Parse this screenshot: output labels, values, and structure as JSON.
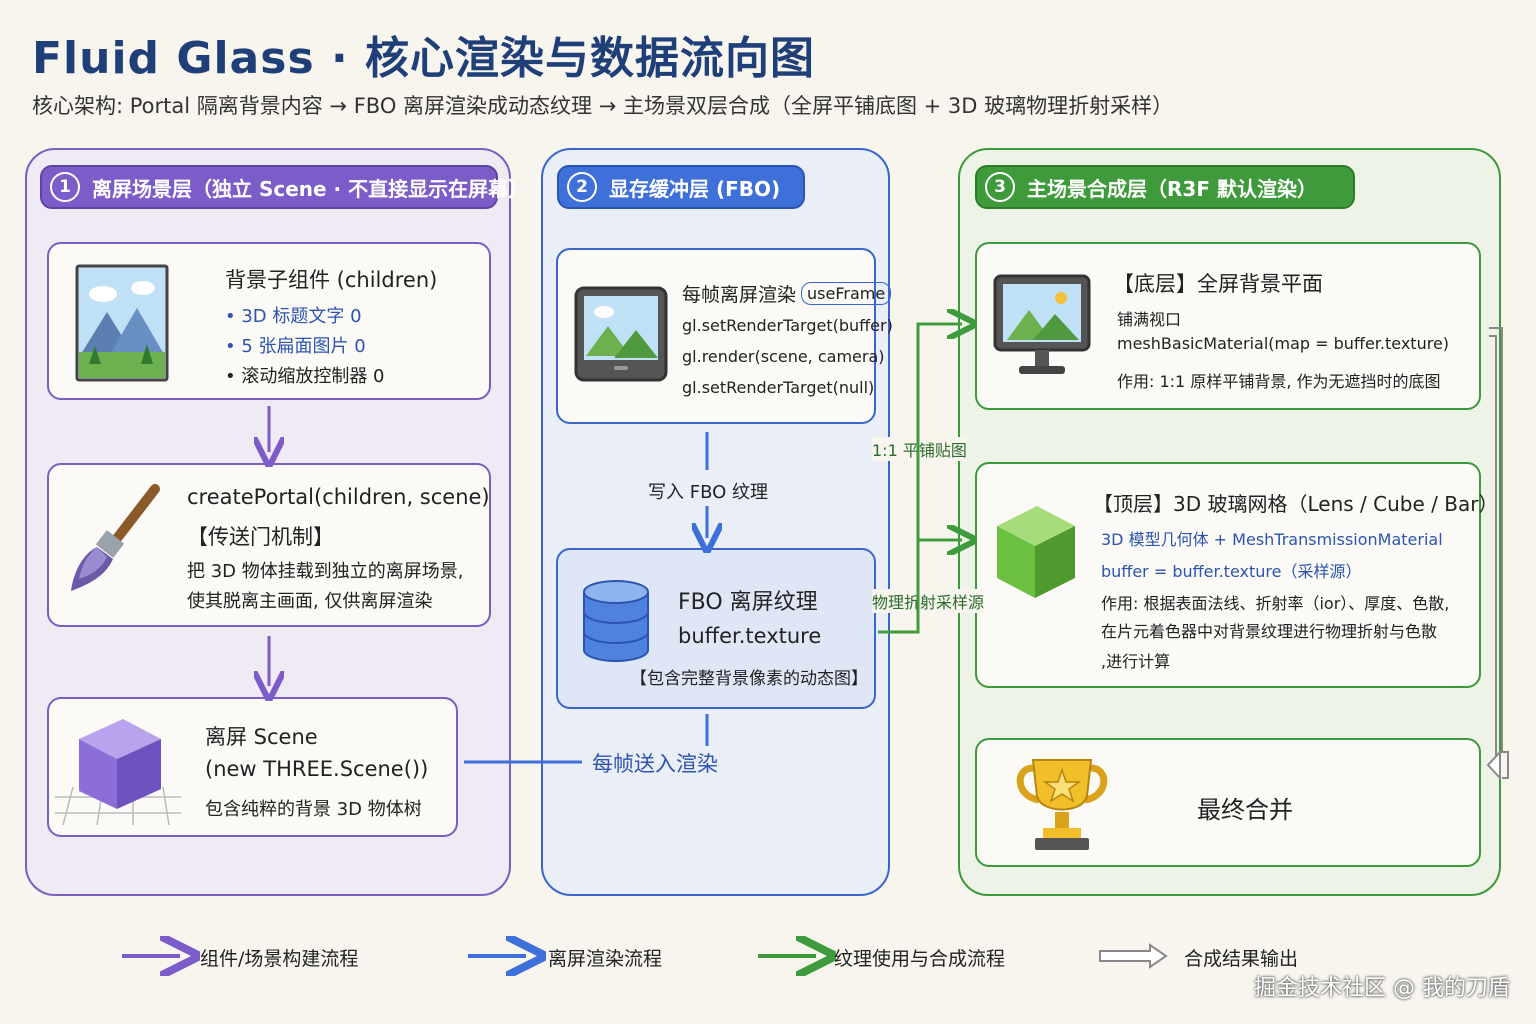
{
  "title": "Fluid Glass · 核心渲染与数据流向图",
  "subtitle": "核心架构: Portal 隔离背景内容 → FBO 离屏渲染成动态纹理 → 主场景双层合成（全屏平铺底图 + 3D 玻璃物理折射采样）",
  "colors": {
    "purple": "#7c5cc8",
    "blue": "#3f6fd8",
    "green": "#3f9a3c",
    "background": "#f7f5ee"
  },
  "col1": {
    "num": "1",
    "header": "离屏场景层（独立 Scene · 不直接显示在屏幕）",
    "card1": {
      "icon": "landscape-picture-icon",
      "title": "背景子组件 (children)",
      "items": [
        "• 3D 标题文字 0",
        "• 5 张扁面图片 0",
        "• 滚动缩放控制器 0"
      ]
    },
    "card2": {
      "icon": "paintbrush-icon",
      "title": "createPortal(children, scene)",
      "subtitle": "【传送门机制】",
      "line1": "把 3D 物体挂载到独立的离屏场景,",
      "line2": "使其脱离主画面, 仅供离屏渲染"
    },
    "card3": {
      "icon": "purple-cube-icon",
      "title": "离屏 Scene",
      "code": "(new THREE.Scene())",
      "desc": "包含纯粹的背景 3D 物体树"
    }
  },
  "col2": {
    "num": "2",
    "header": "显存缓冲层 (FBO)",
    "card1": {
      "icon": "monitor-landscape-icon",
      "title": "每帧离屏渲染",
      "tag": "useFrame",
      "code": [
        "gl.setRenderTarget(buffer)",
        "gl.render(scene, camera)",
        "gl.setRenderTarget(null)"
      ]
    },
    "arrow_label": "写入 FBO 纹理",
    "card2": {
      "icon": "database-icon",
      "title": "FBO 离屏纹理",
      "code": "buffer.texture",
      "desc": "【包含完整背景像素的动态图】"
    },
    "send_label": "每帧送入渲染"
  },
  "col3": {
    "num": "3",
    "header": "主场景合成层（R3F 默认渲染）",
    "card1": {
      "icon": "monitor-mountain-icon",
      "title": "【底层】全屏背景平面",
      "line1": "铺满视口",
      "line2": "meshBasicMaterial(map = buffer.texture)",
      "line3": "作用: 1:1 原样平铺背景, 作为无遮挡时的底图"
    },
    "card2": {
      "icon": "green-cube-icon",
      "title": "【顶层】3D 玻璃网格（Lens / Cube / Bar）",
      "line1": "3D 模型几何体 + MeshTransmissionMaterial",
      "line2": "buffer = buffer.texture（采样源）",
      "line3": "作用: 根据表面法线、折射率（ior）、厚度、色散,",
      "line4": "在片元着色器中对背景纹理进行物理折射与色散",
      "line5": ",进行计算"
    },
    "card3": {
      "icon": "trophy-icon",
      "title": "最终合并"
    }
  },
  "connector_labels": {
    "tile": "1:1 平铺贴图",
    "refract": "物理折射采样源"
  },
  "legend": [
    {
      "label": "组件/场景构建流程",
      "color": "#7c5cc8"
    },
    {
      "label": "离屏渲染流程",
      "color": "#3f6fd8"
    },
    {
      "label": "纹理使用与合成流程",
      "color": "#3f9a3c"
    },
    {
      "label": "合成结果输出",
      "color": "#888888"
    }
  ],
  "watermark": "掘金技术社区 @ 我的刀盾"
}
